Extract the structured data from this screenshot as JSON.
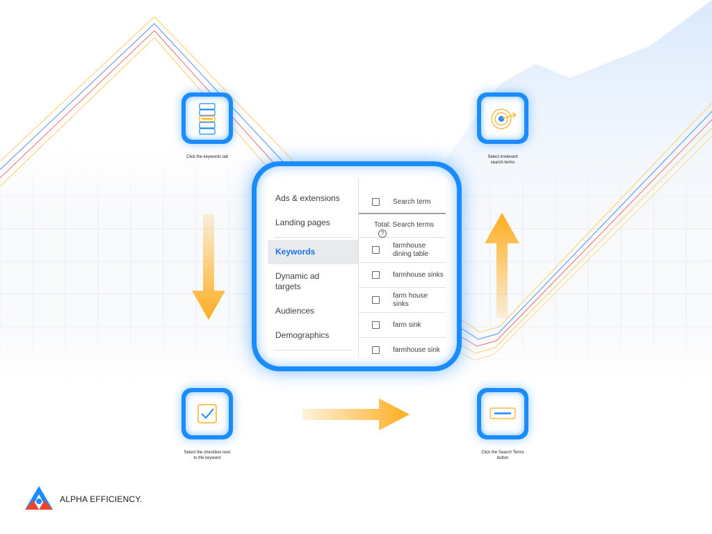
{
  "steps": [
    {
      "caption": "Click the keywords tab"
    },
    {
      "caption": "Select the checkbox next to the keyword"
    },
    {
      "caption": "Click the Search Terms button"
    },
    {
      "caption": "Select  irrelevant search terms"
    }
  ],
  "panel": {
    "nav_items": [
      "Ads & extensions",
      "Landing pages",
      "Keywords",
      "Dynamic ad targets",
      "Audiences",
      "Demographics"
    ],
    "active_nav": "Keywords",
    "table_header": "Search term",
    "total_label": "Total: Search terms",
    "help_glyph": "?",
    "rows": [
      "farmhouse dining table",
      "farmhouse sinks",
      "farm house sinks",
      "farm sink",
      "farmhouse sink"
    ]
  },
  "brand": {
    "name": "ALPHA EFFICIENCY."
  },
  "colors": {
    "accent_blue": "#1a8cff",
    "arrow_orange": "#ffad1f",
    "link_blue": "#1a73e8",
    "brand_red": "#e8462e"
  },
  "icons": [
    "list-icon",
    "checkbox-icon",
    "search-terms-button-icon",
    "target-icon",
    "arrow-down-icon",
    "arrow-right-icon",
    "arrow-up-icon",
    "alpha-logo-icon"
  ]
}
